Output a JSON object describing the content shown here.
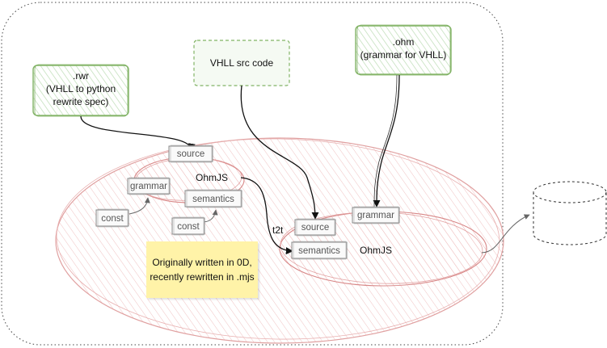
{
  "boxes": {
    "rwr": {
      "line1": ".rwr",
      "line2": "(VHLL to python",
      "line3": "rewrite spec)"
    },
    "src": {
      "label": "VHLL src code"
    },
    "ohm": {
      "line1": ".ohm",
      "line2": "(grammar for VHLL)"
    }
  },
  "inner_left": {
    "name": "OhmJS",
    "source": "source",
    "grammar": "grammar",
    "semantics": "semantics",
    "const_a": "const",
    "const_b": "const"
  },
  "inner_right": {
    "name": "OhmJS",
    "source": "source",
    "grammar": "grammar",
    "semantics": "semantics"
  },
  "edge_label": "t2t",
  "note": {
    "line1": "Originally written in 0D,",
    "line2": "recently rewritten in .mjs"
  },
  "colors": {
    "green_stroke": "#82b366",
    "green_fill": "#d5e8d4",
    "red_stroke": "#e0a0a0",
    "red_hatch": "#f2c4c4",
    "sticky_fill": "#fff3a8",
    "tag_stroke": "#888888"
  }
}
